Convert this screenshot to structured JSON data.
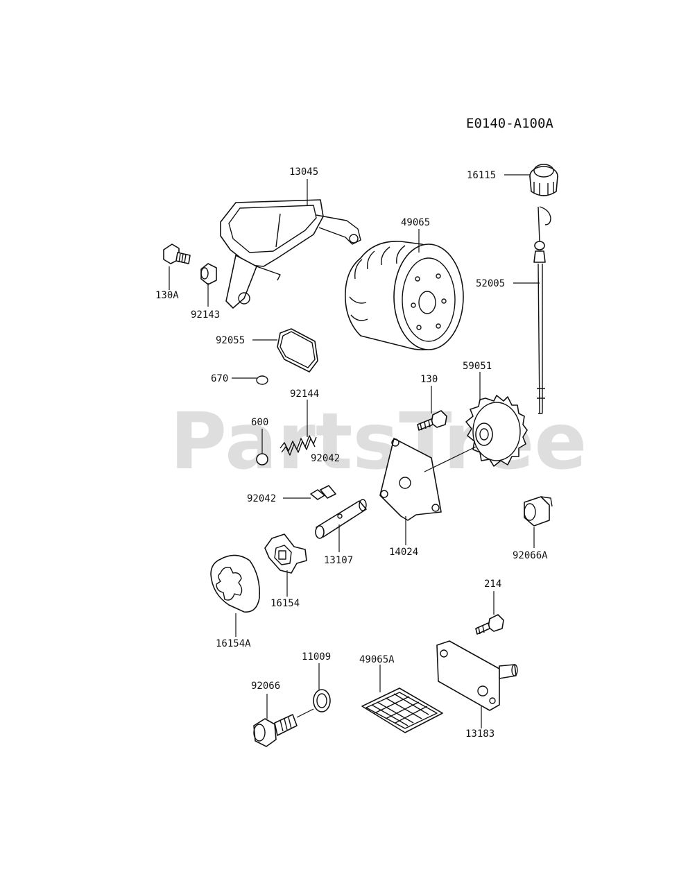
{
  "diagram_code": "E0140-A100A",
  "watermark": "PartsTree",
  "parts": [
    {
      "id": "p13045",
      "number": "13045"
    },
    {
      "id": "p16115",
      "number": "16115"
    },
    {
      "id": "p49065",
      "number": "49065"
    },
    {
      "id": "p130A",
      "number": "130A"
    },
    {
      "id": "p92143",
      "number": "92143"
    },
    {
      "id": "p52005",
      "number": "52005"
    },
    {
      "id": "p92055",
      "number": "92055"
    },
    {
      "id": "p59051",
      "number": "59051"
    },
    {
      "id": "p670",
      "number": "670"
    },
    {
      "id": "p130",
      "number": "130"
    },
    {
      "id": "p92144",
      "number": "92144"
    },
    {
      "id": "p600",
      "number": "600"
    },
    {
      "id": "p92042a",
      "number": "92042"
    },
    {
      "id": "p92042b",
      "number": "92042"
    },
    {
      "id": "p13107",
      "number": "13107"
    },
    {
      "id": "p14024",
      "number": "14024"
    },
    {
      "id": "p92066A",
      "number": "92066A"
    },
    {
      "id": "p16154",
      "number": "16154"
    },
    {
      "id": "p214",
      "number": "214"
    },
    {
      "id": "p16154A",
      "number": "16154A"
    },
    {
      "id": "p11009",
      "number": "11009"
    },
    {
      "id": "p49065A",
      "number": "49065A"
    },
    {
      "id": "p92066",
      "number": "92066"
    },
    {
      "id": "p13183",
      "number": "13183"
    }
  ]
}
